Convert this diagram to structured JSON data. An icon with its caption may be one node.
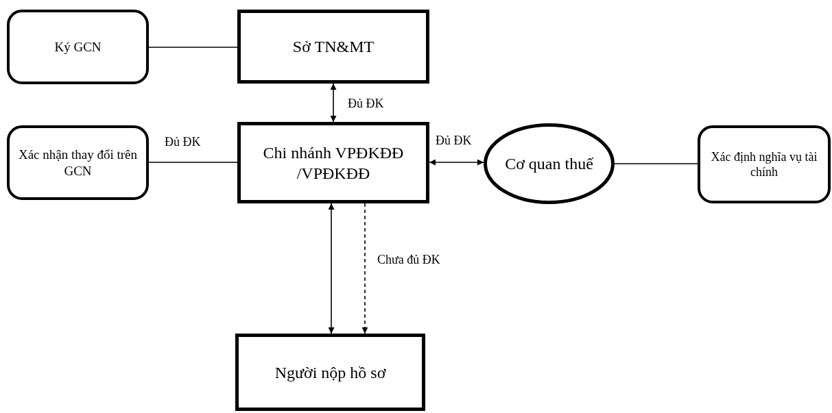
{
  "diagram": {
    "nodes": [
      {
        "text": [
          "Ký GCN"
        ]
      },
      {
        "text": [
          "Sở TN&MT"
        ]
      },
      {
        "text": [
          "Xác nhận thay đổi trên GCN"
        ]
      },
      {
        "text": [
          "Chi nhánh VPĐKĐĐ /VPĐKĐĐ"
        ]
      },
      {
        "text": [
          "Cơ quan thuế"
        ]
      },
      {
        "text": [
          "Xác định nghĩa vụ tài chính"
        ]
      },
      {
        "text": [
          "Người nộp hồ sơ"
        ]
      }
    ],
    "edges": [
      {
        "from": 0,
        "to": 1,
        "arrow": "none"
      },
      {
        "from": 1,
        "to": 3,
        "arrow": "both",
        "label": "Đủ ĐK"
      },
      {
        "from": 2,
        "to": 3,
        "arrow": "none",
        "label": "Đủ ĐK"
      },
      {
        "from": 3,
        "to": 4,
        "arrow": "both",
        "label": "Đủ ĐK"
      },
      {
        "from": 4,
        "to": 5,
        "arrow": "none"
      },
      {
        "from": 3,
        "to": 6,
        "arrow": "both"
      },
      {
        "from": 3,
        "to": 6,
        "arrow": "to",
        "style": "dashed",
        "label": "Chưa đủ ĐK"
      }
    ]
  }
}
